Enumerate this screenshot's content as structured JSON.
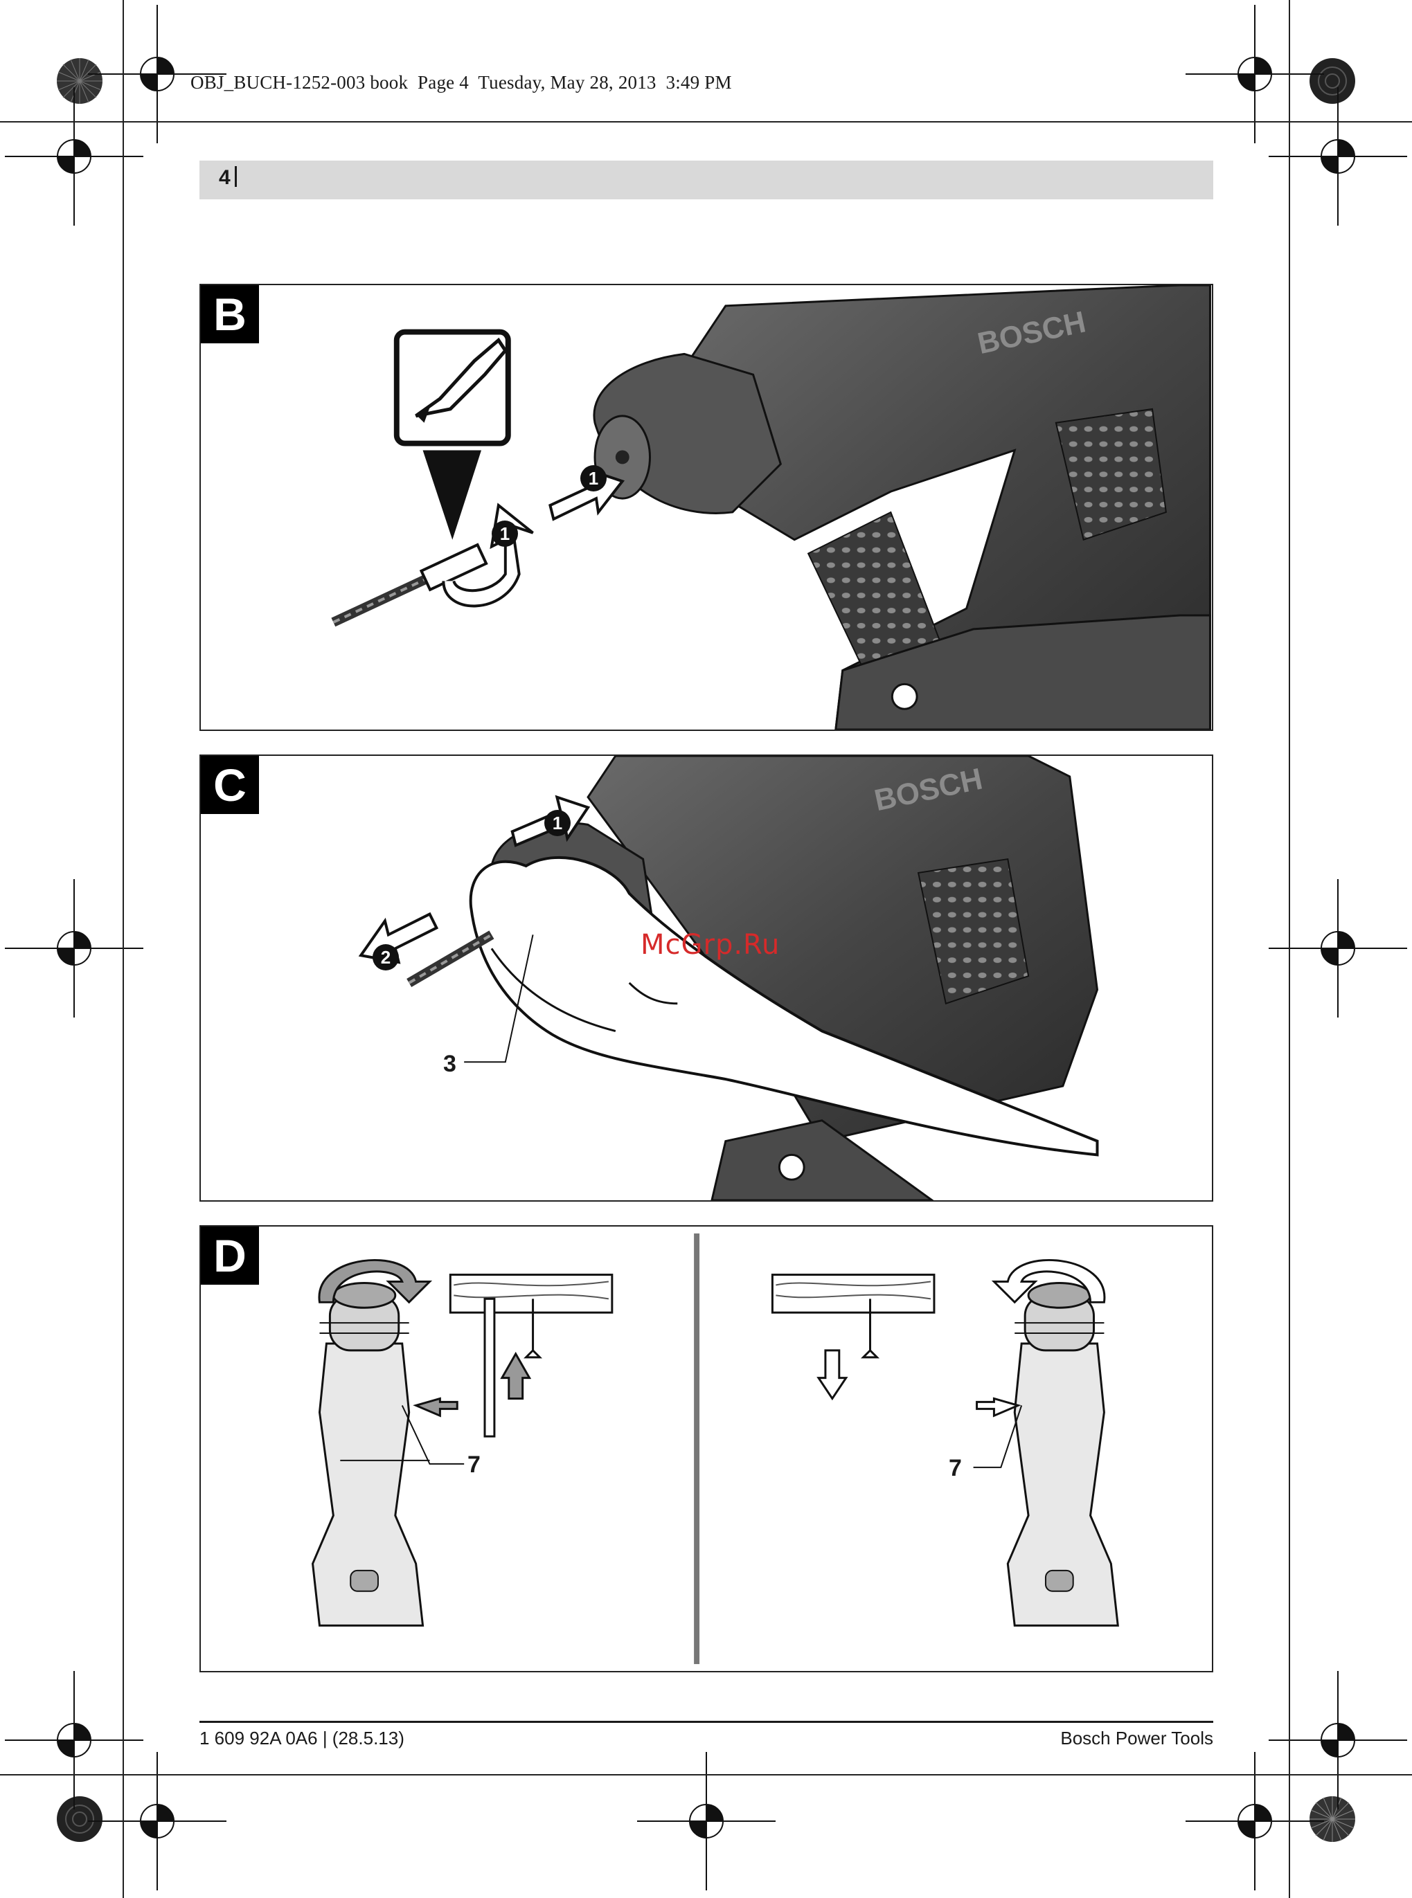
{
  "print_header": "OBJ_BUCH-1252-003 book  Page 4  Tuesday, May 28, 2013  3:49 PM",
  "page_number": "4",
  "figures": {
    "b": {
      "tag": "B",
      "brand": "BOSCH",
      "steps": [
        "1",
        "1"
      ]
    },
    "c": {
      "tag": "C",
      "brand": "BOSCH",
      "steps": [
        "1",
        "2"
      ],
      "callout": "3",
      "watermark": "McGrp.Ru"
    },
    "d": {
      "tag": "D",
      "callout_left": "7",
      "callout_right": "7"
    }
  },
  "footer": {
    "left": "1 609 92A 0A6 | (28.5.13)",
    "right": "Bosch Power Tools"
  }
}
